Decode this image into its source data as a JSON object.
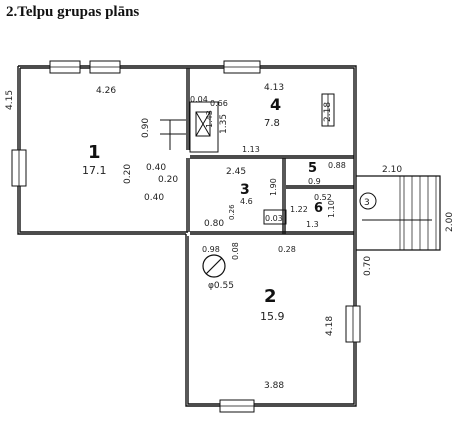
{
  "title": "2.Telpu grupas plāns",
  "rooms": [
    {
      "id": "1",
      "area": "17.1"
    },
    {
      "id": "2",
      "area": "15.9"
    },
    {
      "id": "3",
      "area": "4.6"
    },
    {
      "id": "4",
      "area": "7.8"
    },
    {
      "id": "5",
      "area": "0.9"
    },
    {
      "id": "6",
      "area": "1.3"
    }
  ],
  "dims": {
    "r1_top": "4.26",
    "r1_left": "4.15",
    "r1_door": "0.90",
    "r1_w1": "0.40",
    "r1_w2": "0.20",
    "r1_w3": "0.40",
    "r1_w4": "0.20",
    "r4_top": "4.13",
    "r4_right": "2.18",
    "r4_a": "0.04",
    "r4_b": "0.66",
    "r4_c": "1.43",
    "r4_d": "1.35",
    "r3_top": "1.13",
    "r3_w": "2.45",
    "r3_h": "1.90",
    "r3_d1": "0.80",
    "r3_d2": "0.26",
    "r5_w": "0.88",
    "r5_d": "0.52",
    "r6_w": "1.22",
    "r6_h": "1.10",
    "r6_box": "0.03",
    "r2_a": "0.98",
    "r2_b": "0.08",
    "r2_c": "0.28",
    "r2_stove": "φ0.55",
    "r2_right": "4.18",
    "r2_bottom": "3.88",
    "porch_w": "2.10",
    "porch_h": "2.00",
    "porch_side": "0.70"
  },
  "entrance_marker": "3"
}
